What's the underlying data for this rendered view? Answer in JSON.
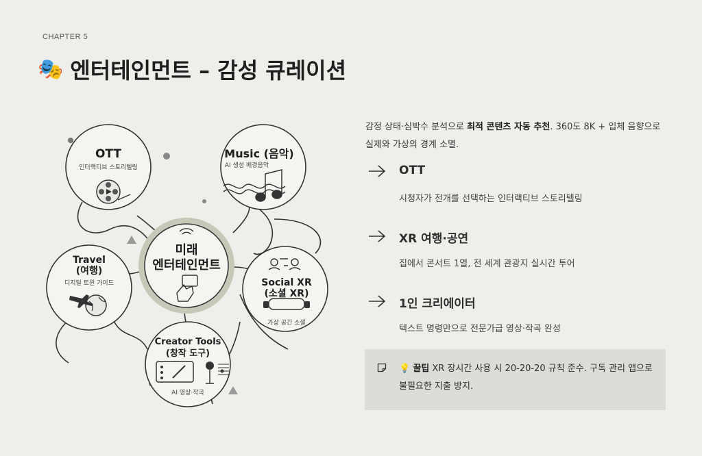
{
  "header": {
    "chapter": "CHAPTER 5",
    "title": "엔터테인먼트 – 감성 큐레이션",
    "title_icon": "theater-masks-icon"
  },
  "diagram": {
    "center_line1": "미래",
    "center_line2": "엔터테인먼트",
    "nodes": [
      {
        "title": "OTT",
        "subtitle": "인터랙티브 스토리텔링",
        "icon": "film-reel-icon"
      },
      {
        "title": "Music (음악)",
        "subtitle": "AI 생성 배경음악",
        "icon": "music-note-icon"
      },
      {
        "title_line1": "Travel",
        "title_line2": "(여행)",
        "subtitle": "디지털 트윈 가이드",
        "icon": "globe-airplane-icon"
      },
      {
        "title_line1": "Social XR",
        "title_line2": "(소셜 XR)",
        "subtitle": "가상 공간 소셜",
        "icon": "vr-headset-icon"
      },
      {
        "title_line1": "Creator Tools",
        "title_line2": "(창작 도구)",
        "subtitle": "AI 영상·작곡",
        "icon": "tablet-microphone-icon"
      }
    ]
  },
  "intro": {
    "before": "감정 상태·심박수 분석으로 ",
    "bold": "최적 콘텐츠 자동 추천",
    "after": ". 360도 8K + 입체 음향으로 실제와 가상의 경계 소멸."
  },
  "features": [
    {
      "heading": "OTT",
      "description": "시청자가 전개를 선택하는 인터랙티브 스토리텔링"
    },
    {
      "heading": "XR 여행·공연",
      "description": "집에서 콘서트 1열, 전 세계 관광지 실시간 투어"
    },
    {
      "heading": "1인 크리에이터",
      "description": "텍스트 명령만으로 전문가급 영상·작곡 완성"
    }
  ],
  "tip": {
    "icon": "lightbulb-icon",
    "bold": "꿀팁",
    "text": " XR 장시간 사용 시 20-20-20 규칙 준수. 구독 관리 앱으로 불필요한 지출 방지."
  },
  "colors": {
    "background": "#eeeeea",
    "tip_background": "#dcdcd8",
    "text": "#2a2a2a"
  }
}
